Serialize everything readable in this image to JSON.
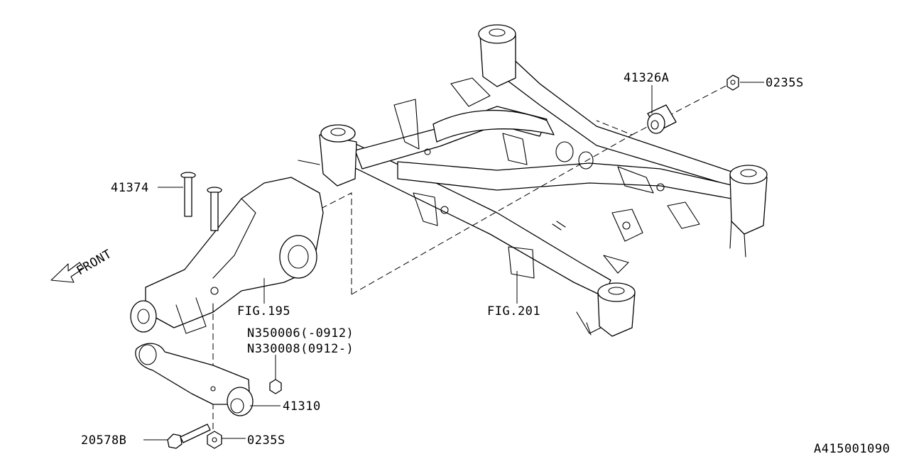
{
  "labels": {
    "bolt_upper": "41374",
    "front_arrow": "FRONT",
    "differential_ref": "FIG.195",
    "subframe_ref": "FIG.201",
    "bushing_upper": "41326A",
    "nut_upper": "0235S",
    "nut_lower_part_a": "N350006(-0912)",
    "nut_lower_part_b": "N330008(0912-)",
    "member_front": "41310",
    "bolt_lower": "20578B",
    "nut_lower": "0235S",
    "diagram_code": "A415001090"
  },
  "icons": [
    "front-arrow-icon"
  ]
}
